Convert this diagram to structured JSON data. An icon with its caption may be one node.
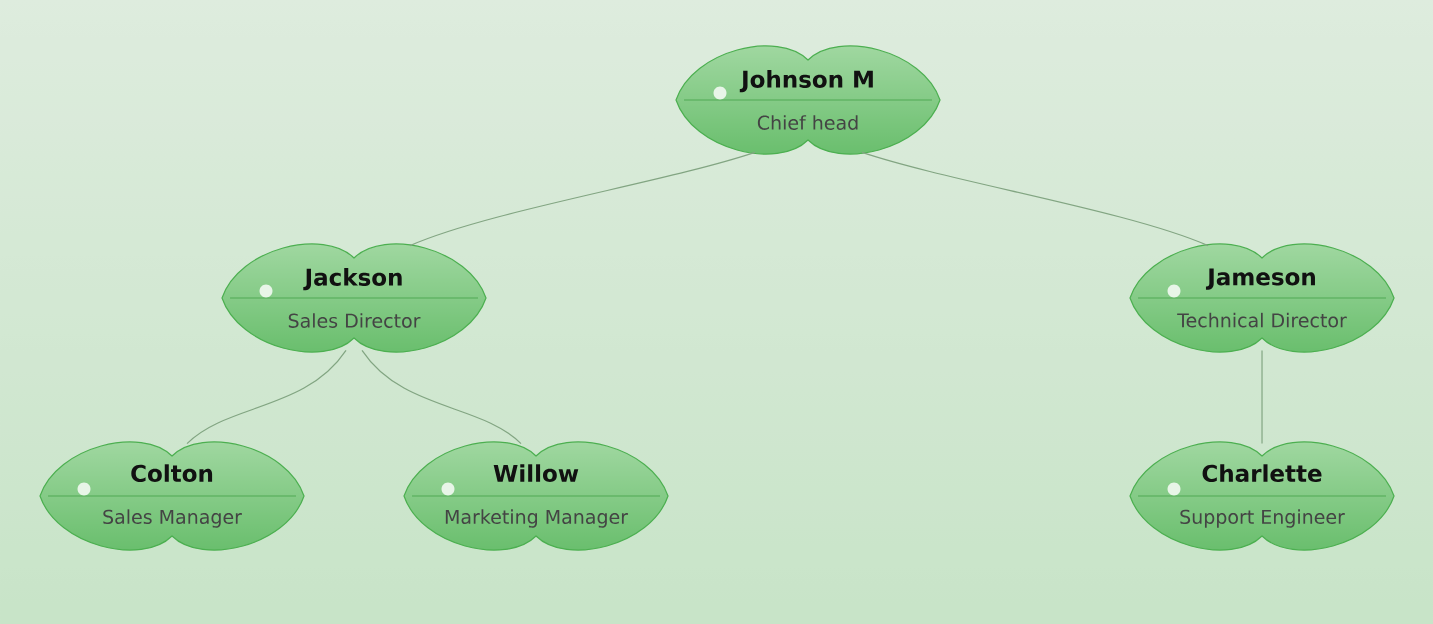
{
  "diagram": {
    "nodes": [
      {
        "text": [
          "Johnson M",
          "Chief head"
        ]
      },
      {
        "text": [
          "Jackson",
          "Sales Director"
        ]
      },
      {
        "text": [
          "Jameson",
          "Technical Director"
        ]
      },
      {
        "text": [
          "Colton",
          "Sales Manager"
        ]
      },
      {
        "text": [
          "Willow",
          "Marketing Manager"
        ]
      },
      {
        "text": [
          "Charlette",
          "Support Engineer"
        ]
      }
    ],
    "edges": [
      {
        "from": 0,
        "to": 1,
        "arrow": "none"
      },
      {
        "from": 0,
        "to": 2,
        "arrow": "none"
      },
      {
        "from": 1,
        "to": 3,
        "arrow": "none"
      },
      {
        "from": 1,
        "to": 4,
        "arrow": "none"
      },
      {
        "from": 2,
        "to": 5,
        "arrow": "none"
      }
    ]
  }
}
